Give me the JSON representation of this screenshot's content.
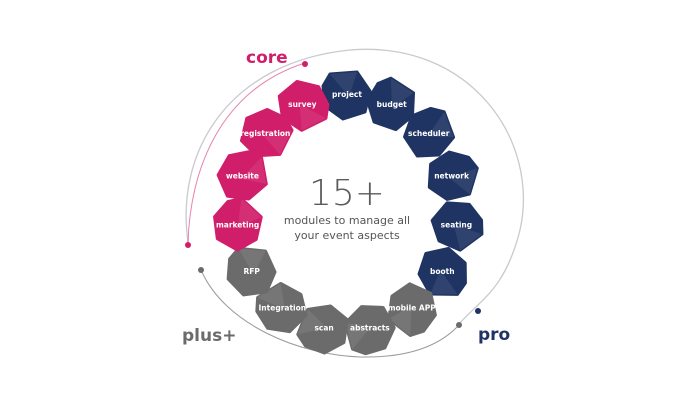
{
  "colors": {
    "core": "#d11e6a",
    "pro": "#1f3462",
    "plus": "#6b6b6b",
    "outline": "#c9c9cf",
    "center_text": "#5a5a5a"
  },
  "groups": {
    "core": "core",
    "pro": "pro",
    "plus": "plus+"
  },
  "center": {
    "number": "15+",
    "line1": "modules to manage all",
    "line2": "your event aspects"
  },
  "modules": [
    {
      "label": "project",
      "group": "pro"
    },
    {
      "label": "budget",
      "group": "pro"
    },
    {
      "label": "scheduler",
      "group": "pro"
    },
    {
      "label": "network",
      "group": "pro"
    },
    {
      "label": "seating",
      "group": "pro"
    },
    {
      "label": "booth",
      "group": "pro"
    },
    {
      "label": "mobile APP",
      "group": "plus"
    },
    {
      "label": "abstracts",
      "group": "plus"
    },
    {
      "label": "scan",
      "group": "plus"
    },
    {
      "label": "Integration",
      "group": "plus"
    },
    {
      "label": "RFP",
      "group": "plus"
    },
    {
      "label": "marketing",
      "group": "core"
    },
    {
      "label": "website",
      "group": "core"
    },
    {
      "label": "registration",
      "group": "core"
    },
    {
      "label": "survey",
      "group": "core"
    }
  ]
}
